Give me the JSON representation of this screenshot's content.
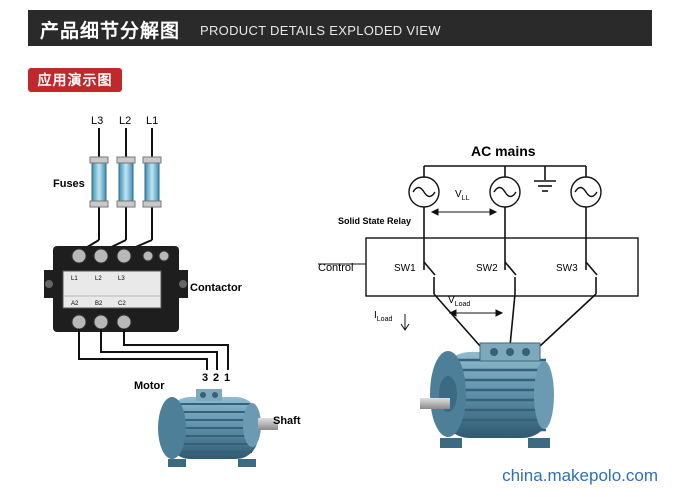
{
  "header": {
    "title_cn": "产品细节分解图",
    "title_en": "PRODUCT DETAILS EXPLODED VIEW"
  },
  "application_tag": "应用演示图",
  "left_diagram": {
    "phase_labels": [
      "L3",
      "L2",
      "L1"
    ],
    "fuses_label": "Fuses",
    "contactor_label": "Contactor",
    "relay_top_labels": [
      "L1",
      "L2",
      "L3"
    ],
    "relay_bottom_labels": [
      "A2",
      "B2",
      "C2"
    ],
    "motor_label": "Motor",
    "motor_terminals": [
      "3",
      "2",
      "1"
    ],
    "shaft_label": "Shaft"
  },
  "right_diagram": {
    "ac_mains_label": "AC mains",
    "vll_label": "V",
    "vll_sub": "LL",
    "ssr_label": "Solid State Relay",
    "control_label": "Control",
    "switch_labels": [
      "SW1",
      "SW2",
      "SW3"
    ],
    "vload_label": "V",
    "vload_sub": "Load",
    "iload_label": "I",
    "iload_sub": "Load"
  },
  "watermark": "china.makepolo.com",
  "colors": {
    "header_bg": "#2a2a2a",
    "tag_bg": "#c0282c",
    "fuse_blue": "#6fb8d8",
    "relay_body": "#1e1e1e",
    "relay_label": "#e9e9e9",
    "motor_blue": "#5d8fa8",
    "watermark_blue": "#2d6fb8"
  }
}
